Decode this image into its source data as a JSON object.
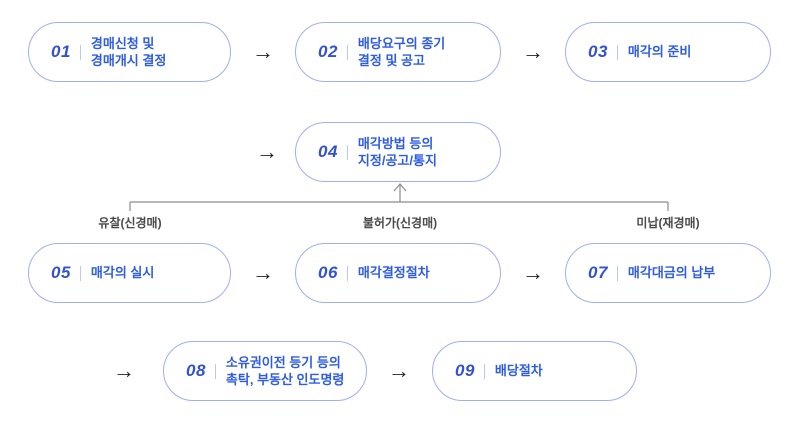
{
  "flow": {
    "arrow_glyph": "→",
    "steps": [
      {
        "num": "01",
        "title": "경매신청 및\n경매개시 결정"
      },
      {
        "num": "02",
        "title": "배당요구의 종기\n결정 및 공고"
      },
      {
        "num": "03",
        "title": "매각의 준비"
      },
      {
        "num": "04",
        "title": "매각방법 등의\n지정/공고/통지"
      },
      {
        "num": "05",
        "title": "매각의 실시"
      },
      {
        "num": "06",
        "title": "매각결정절차"
      },
      {
        "num": "07",
        "title": "매각대금의 납부"
      },
      {
        "num": "08",
        "title": "소유권이전 등기 등의\n촉탁, 부동산 인도명령"
      },
      {
        "num": "09",
        "title": "배당절차"
      }
    ],
    "feedback_labels": {
      "left": "유찰(신경매)",
      "middle": "불허가(신경매)",
      "right": "미납(재경매)"
    },
    "colors": {
      "step_number": "#3352cf",
      "step_title": "#2e5ce4",
      "box_border": "#9fb0ef",
      "divider": "#bcc8ee",
      "flow_arrow": "#1f1f1f",
      "connector_line": "#8c8c8c",
      "feedback_label": "#4a4a4a"
    }
  }
}
